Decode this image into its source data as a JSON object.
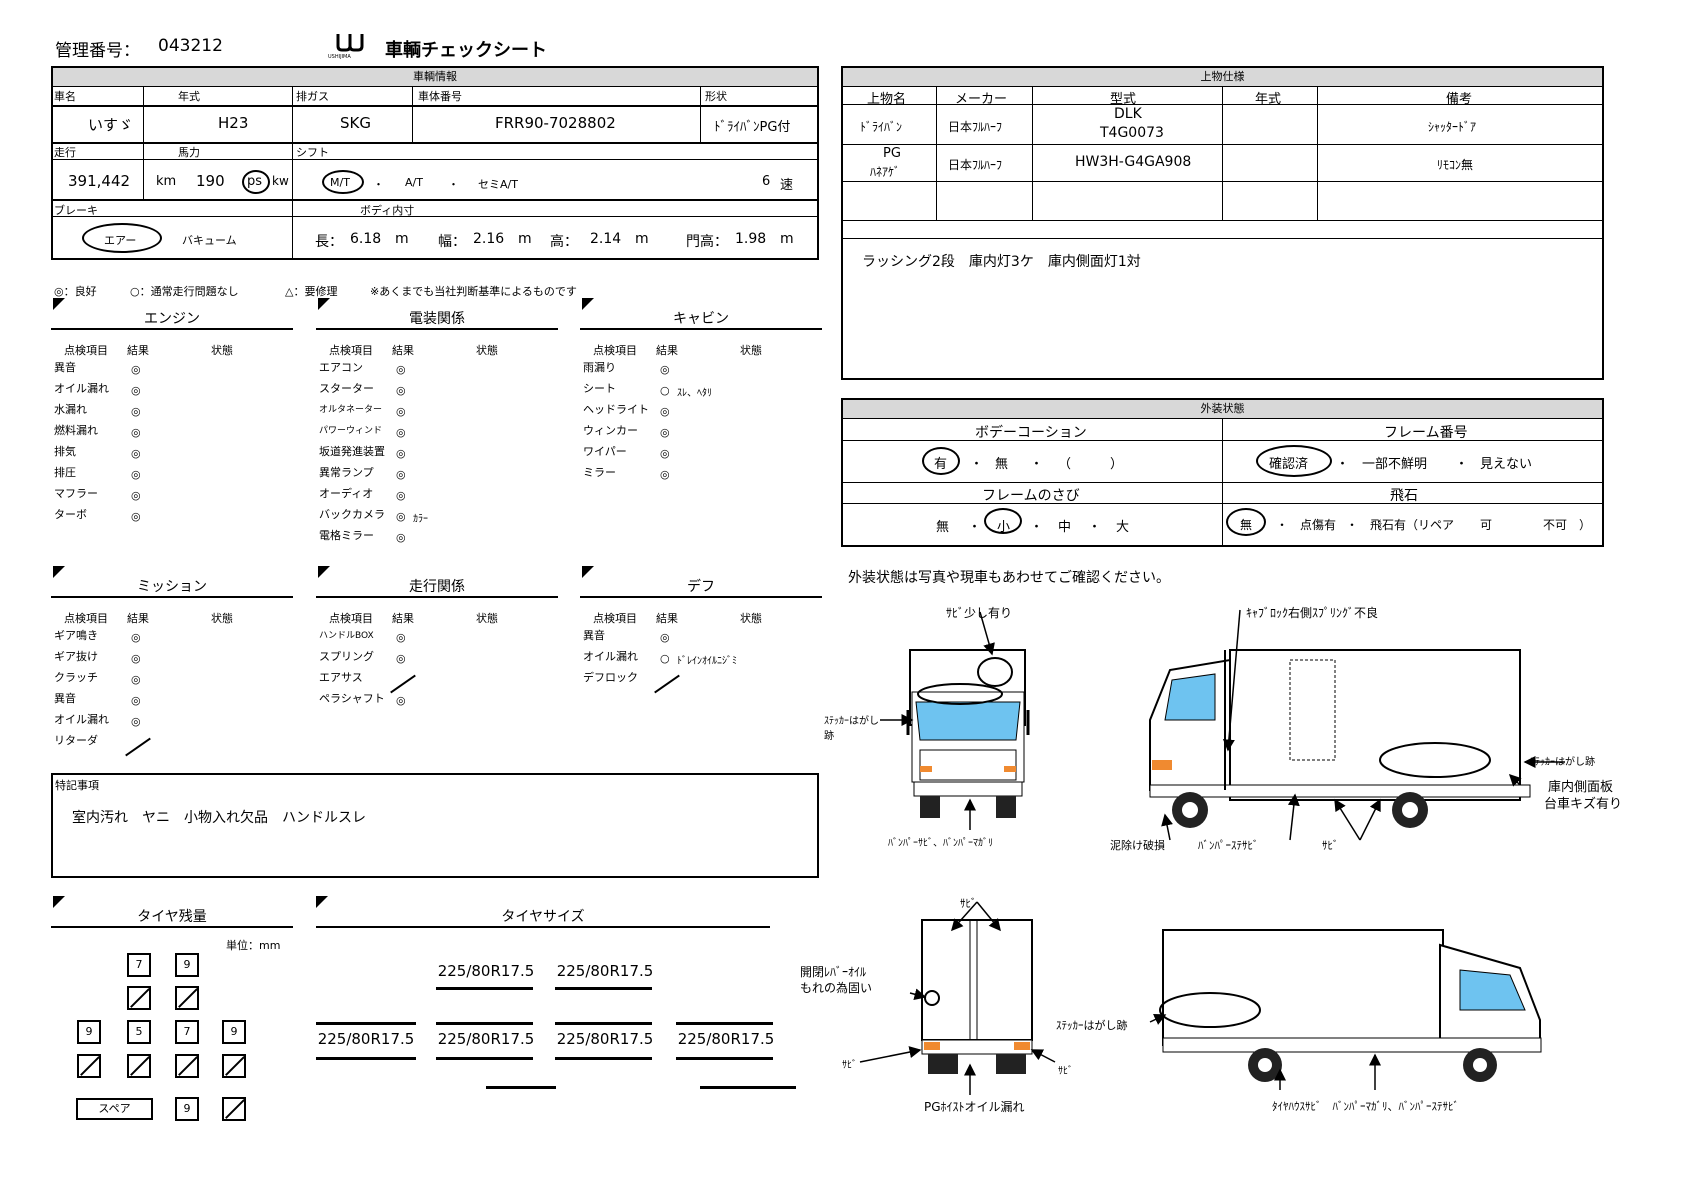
{
  "header": {
    "mgmt_label": "管理番号：",
    "mgmt_no": "043212",
    "logo_text": "USHIJIMA",
    "doc_title": "車輌チェックシート"
  },
  "vehicle": {
    "section_title": "車輌情報",
    "maker_label": "車名",
    "maker": "いすゞ",
    "year_label": "年式",
    "year": "H23",
    "gas_label": "排ガス",
    "gas": "SKG",
    "chassis_label": "車体番号",
    "chassis": "FRR90-7028802",
    "shape_label": "形状",
    "shape": "ﾄﾞﾗｲﾊﾞﾝPG付",
    "mileage_label": "走行",
    "mileage": "391,442",
    "mileage_unit": "km",
    "hp_label": "馬力",
    "hp": "190",
    "hp_unit_ps": "ps",
    "hp_unit_kw": "kw",
    "shift_label": "シフト",
    "shift_mt": "M/T",
    "shift_at": "A/T",
    "shift_semi": "セミA/T",
    "shift_speed": "6",
    "shift_speed_unit": "速",
    "brake_label": "ブレーキ",
    "brake_air": "エアー",
    "brake_vac": "バキューム",
    "body_label": "ボディ内寸",
    "len_label": "長：",
    "len": "6.18",
    "wid_label": "幅：",
    "wid": "2.16",
    "hgt_label": "高：",
    "hgt": "2.14",
    "door_label": "門高：",
    "door": "1.98",
    "unit_m": "m"
  },
  "legend": {
    "good": "◎：良好",
    "ok": "○：通常走行問題なし",
    "repair": "△：要修理",
    "note": "※あくまでも当社判断基準によるものです"
  },
  "common": {
    "col_item": "点検項目",
    "col_result": "結果",
    "col_state": "状態",
    "mark_good": "◎",
    "mark_ok": "○"
  },
  "engine": {
    "title": "エンジン",
    "items": [
      "異音",
      "オイル漏れ",
      "水漏れ",
      "燃料漏れ",
      "排気",
      "排圧",
      "マフラー",
      "ターボ"
    ]
  },
  "electric": {
    "title": "電装関係",
    "items": [
      "エアコン",
      "スターター",
      "オルタネーター",
      "パワーウィンド",
      "坂道発進装置",
      "異常ランプ",
      "オーディオ",
      "バックカメラ",
      "電格ミラー"
    ],
    "camera_note": "ｶﾗｰ"
  },
  "cabin": {
    "title": "キャビン",
    "items": [
      "雨漏り",
      "シート",
      "ヘッドライト",
      "ウィンカー",
      "ワイパー",
      "ミラー"
    ],
    "seat_note": "ｽﾚ、ﾍﾀﾘ"
  },
  "mission": {
    "title": "ミッション",
    "items": [
      "ギア鳴き",
      "ギア抜け",
      "クラッチ",
      "異音",
      "オイル漏れ",
      "リターダ"
    ]
  },
  "running": {
    "title": "走行関係",
    "items": [
      "ハンドルBOX",
      "スプリング",
      "エアサス",
      "ペラシャフト"
    ]
  },
  "diff": {
    "title": "デフ",
    "items": [
      "異音",
      "オイル漏れ",
      "デフロック"
    ],
    "oil_note": "ﾄﾞﾚｲﾝｵｲﾙﾆｼﾞﾐ"
  },
  "remarks": {
    "title": "特記事項",
    "text": "室内汚れ　ヤニ　小物入れ欠品　ハンドルスレ"
  },
  "tire_remain": {
    "title": "タイヤ残量",
    "unit": "単位：mm",
    "front": [
      "7",
      "9"
    ],
    "rear": [
      "9",
      "5",
      "7",
      "9"
    ],
    "spare_label": "スペア",
    "spare": "9"
  },
  "tire_size": {
    "title": "タイヤサイズ",
    "front": [
      "225/80R17.5",
      "225/80R17.5"
    ],
    "rear": [
      "225/80R17.5",
      "225/80R17.5",
      "225/80R17.5",
      "225/80R17.5"
    ]
  },
  "upper": {
    "title": "上物仕様",
    "cols": [
      "上物名",
      "メーカー",
      "型式",
      "年式",
      "備考"
    ],
    "rows": [
      {
        "name": "ﾄﾞﾗｲﾊﾞﾝ",
        "maker": "日本ﾌﾙﾊｰﾌ",
        "model1": "DLK",
        "model2": "T4G0073",
        "year": "",
        "note": "ｼｬｯﾀｰﾄﾞｱ"
      },
      {
        "name1": "PG",
        "name2": "ﾊﾈｱｹﾞ",
        "maker": "日本ﾌﾙﾊｰﾌ",
        "model": "HW3H-G4GA908",
        "year": "",
        "note": "ﾘﾓｺﾝ無"
      }
    ],
    "memo": "ラッシング2段　庫内灯3ケ　庫内側面灯1対"
  },
  "exterior": {
    "title": "外装状態",
    "body_coat": "ボデーコーション",
    "bc_yes": "有",
    "bc_no": "無",
    "bc_paren": "（　　　）",
    "frame_no": "フレーム番号",
    "fn_ok": "確認済",
    "fn_part": "一部不鮮明",
    "fn_none": "見えない",
    "rust": "フレームのさび",
    "r_none": "無",
    "r_small": "小",
    "r_mid": "中",
    "r_large": "大",
    "stone": "飛石",
    "s_none": "無",
    "s_scratch": "点傷有",
    "s_stone": "飛石有（リペア",
    "s_ok": "可",
    "s_ng": "不可　）"
  },
  "photo_note": "外装状態は写真や現車もあわせてご確認ください。",
  "annotations": {
    "front_rust": "ｻﾋﾞ少し有り",
    "front_sticker1": "ｽﾃｯｶｰはがし跡",
    "front_bumper": "ﾊﾞﾝﾊﾟｰｻﾋﾞ、ﾊﾞﾝﾊﾟｰﾏｶﾞﾘ",
    "side_cab": "ｷｬﾌﾞﾛｯｸ右側ｽﾌﾟﾘﾝｸﾞ不良",
    "side_sticker": "ｽﾃｯｶｰはがし跡",
    "side_panel1": "庫内側面板",
    "side_panel2": "台車キズ有り",
    "side_mud": "泥除け破損",
    "side_bumper": "ﾊﾞﾝﾊﾟｰｽﾃｻﾋﾞ",
    "side_rust": "ｻﾋﾞ",
    "rear_rust_top": "ｻﾋﾞ",
    "rear_lever1": "開閉ﾚﾊﾞｰｵｲﾙ",
    "rear_lever2": "もれの為固い",
    "rear_rust_l": "ｻﾋﾞ",
    "rear_rust_r": "ｻﾋﾞ",
    "rear_pg": "PGﾎｲｽﾄオイル漏れ",
    "left_sticker": "ｽﾃｯｶｰはがし跡",
    "left_bottom": "ﾀｲﾔﾊｳｽｻﾋﾞ　ﾊﾞﾝﾊﾟｰﾏｶﾞﾘ、ﾊﾞﾝﾊﾟｰｽﾃｻﾋﾞ"
  }
}
